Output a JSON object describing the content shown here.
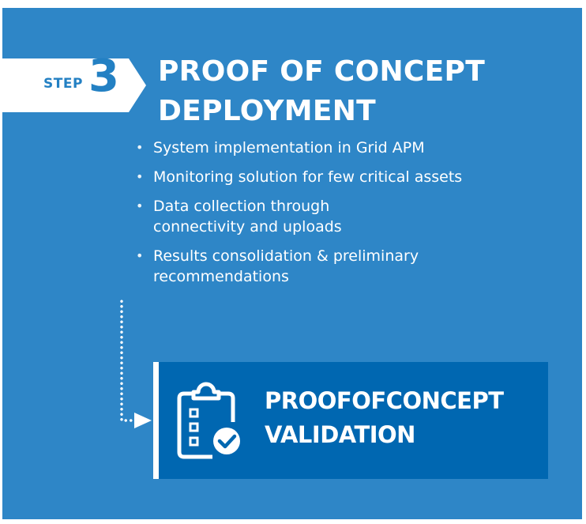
{
  "step": {
    "word": "STEP",
    "number": "3"
  },
  "title": {
    "line1": "PROOF OF CONCEPT",
    "line2": "DEPLOYMENT"
  },
  "bullets": [
    "System implementation in Grid APM",
    "Monitoring solution for few critical assets",
    "Data collection through",
    "connectivity and uploads",
    "Results consolidation & preliminary",
    "recommendations"
  ],
  "result": {
    "line1": "PROOFOFCONCEPT",
    "line2": "VALIDATION",
    "icon": "clipboard-check-icon"
  },
  "colors": {
    "panel": "#2e86c7",
    "step_text": "#2380c3",
    "result_box": "#0067b1",
    "text": "#ffffff"
  }
}
